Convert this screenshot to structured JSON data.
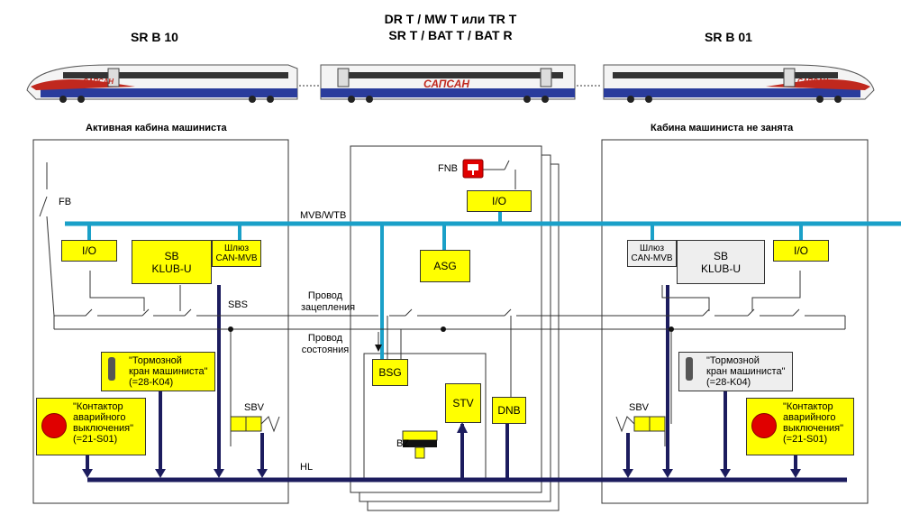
{
  "headers": {
    "left_car": "SR B 10",
    "middle_line1": "DR T / MW T или TR T",
    "middle_line2": "SR T / BAT T / BAT R",
    "right_car": "SR B 01"
  },
  "train": {
    "logo_text": "САПСАН"
  },
  "cabins": {
    "active": "Активная кабина машиниста",
    "inactive": "Кабина машиниста не занята"
  },
  "buses": {
    "mvb": "MVB/WTB",
    "sbs": "SBS",
    "hl": "HL"
  },
  "wires": {
    "coupling_line1": "Провод",
    "coupling_line2": "зацепления",
    "state_line1": "Провод",
    "state_line2": "состояния"
  },
  "left": {
    "io": "I/O",
    "sb1": "SB",
    "sb2": "KLUB-U",
    "gw1": "Шлюз",
    "gw2": "CAN-MVB",
    "fb": "FB",
    "brake1": "\"Тормозной",
    "brake2": "кран машиниста\"",
    "brake3": "(=28-K04)",
    "sbv": "SBV",
    "stop1": "\"Контактор",
    "stop2": "аварийного",
    "stop3": "выключения\"",
    "stop4": "(=21-S01)"
  },
  "middle": {
    "fnb": "FNB",
    "io": "I/O",
    "asg": "ASG",
    "bsg": "BSG",
    "stv": "STV",
    "dnb": "DNB",
    "bz": "BZ"
  },
  "right": {
    "io": "I/O",
    "sb1": "SB",
    "sb2": "KLUB-U",
    "gw1": "Шлюз",
    "gw2": "CAN-MVB",
    "brake1": "\"Тормозной",
    "brake2": "кран машиниста\"",
    "brake3": "(=28-K04)",
    "sbv": "SBV",
    "stop1": "\"Контактор",
    "stop2": "аварийного",
    "stop3": "выключения\"",
    "stop4": "(=21-S01)"
  },
  "colors": {
    "mvb_bus": "#1aa0c8",
    "hl_bus": "#1c1c5e",
    "module": "#ffff00",
    "inactive_module": "#eeeeee",
    "stop_button": "#e00000",
    "train_stripe": "#2a3c9c"
  }
}
